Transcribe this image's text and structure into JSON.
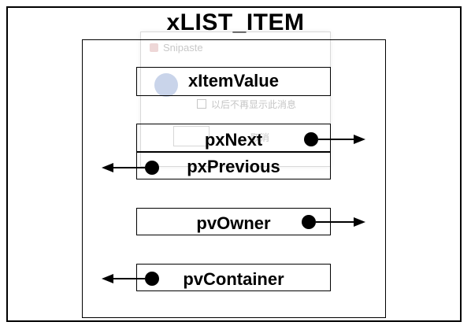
{
  "diagram": {
    "title": "xLIST_ITEM",
    "fields": {
      "item_value": "xItemValue",
      "next": "pxNext",
      "previous": "pxPrevious",
      "owner": "pvOwner",
      "container": "pvContainer"
    }
  },
  "background_dialog": {
    "app_name": "Snipaste",
    "checkbox_label": "以后不再显示此消息",
    "cancel_label": "取消"
  },
  "colors": {
    "line": "#000000",
    "background": "#ffffff",
    "ghost_text": "#c8c8c8"
  }
}
